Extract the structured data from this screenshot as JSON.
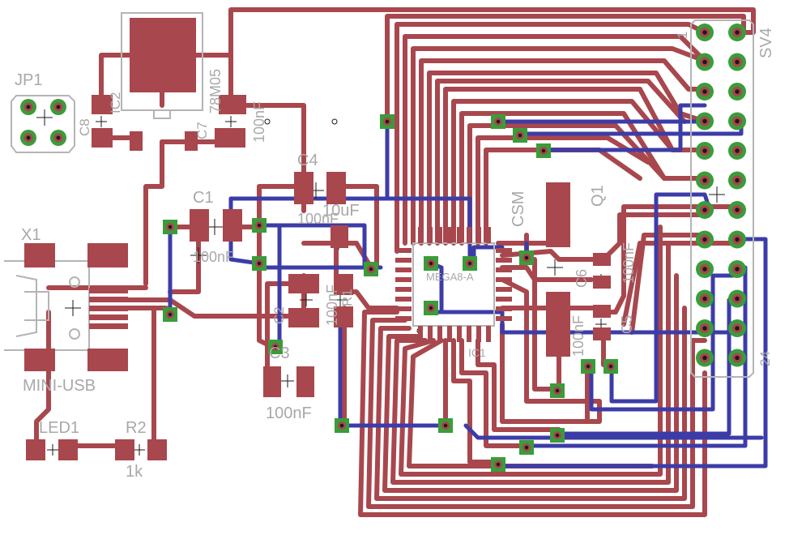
{
  "labels": {
    "jp1": "JP1",
    "c8": "C8",
    "ic2": "IC2",
    "reg": "78M05",
    "c7": "C7",
    "c7val": "100nF",
    "c4": "C4",
    "c4val": "10uF",
    "c1": "C1",
    "c1val": "100nF",
    "x1": "X1",
    "usb": "MINI-USB",
    "c2": "C2",
    "c2val": "100nF",
    "c3": "C3",
    "c3val": "100nF",
    "r1": "R1",
    "mcu": "MEGA8-A",
    "ic1": "IC1",
    "csm": "CSM",
    "q1": "Q1",
    "c6": "C6",
    "c6val": "100nF",
    "c5": "C5",
    "c5val": "100nF",
    "sv4": "SV4",
    "led1": "LED1",
    "r2": "R2",
    "r2val": "1k",
    "pin1": "1",
    "pin24": "24"
  },
  "colors": {
    "top_copper": "#a8474d",
    "bottom_copper": "#3c3ca8",
    "via": "#3a9c3a",
    "silkscreen": "#a8a8a8"
  }
}
